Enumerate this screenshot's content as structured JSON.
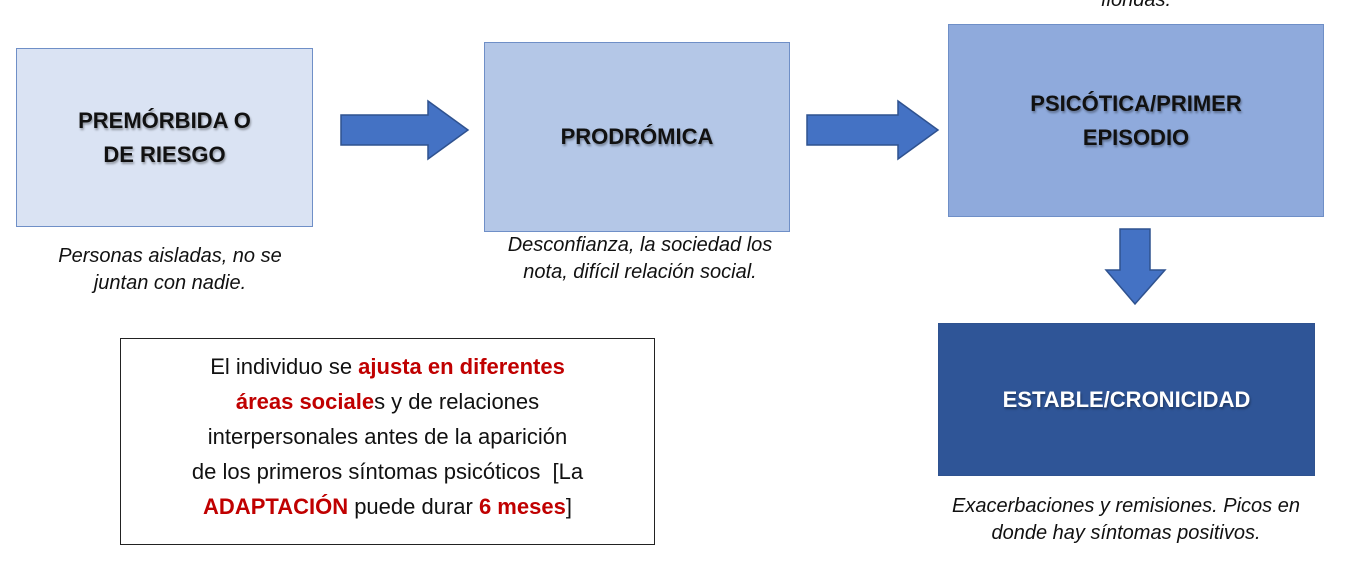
{
  "stages": [
    {
      "title_line1": "PREMÓRBIDA O",
      "title_line2": "DE RIESGO",
      "caption_line1": "Personas aisladas, no se",
      "caption_line2": "juntan con nadie.",
      "fill": "#dae3f3"
    },
    {
      "title_line1": "PRODRÓMICA",
      "caption_line1": "Desconfianza, la sociedad los",
      "caption_line2": "nota, difícil relación social.",
      "fill": "#b4c7e7"
    },
    {
      "title_line1": "PSICÓTICA/PRIMER",
      "title_line2": "EPISODIO",
      "caption_top": "floridas.",
      "fill": "#8faadc"
    },
    {
      "title_line1": "ESTABLE/CRONICIDAD",
      "caption_line1": "Exacerbaciones y remisiones. Picos en",
      "caption_line2": "donde hay síntomas positivos.",
      "fill": "#2f5597"
    }
  ],
  "arrow_color": "#4472c4",
  "note": {
    "l1a": "El individuo se ",
    "l1b": "ajusta en diferentes",
    "l2a": "áreas sociale",
    "l2b": "s y de relaciones",
    "l3": "interpersonales antes de la aparición",
    "l4": "de los primeros síntomas psicóticos  [La",
    "l5a": "ADAPTACIÓN",
    "l5b": " puede durar ",
    "l5c": "6 meses",
    "l5d": "]",
    "highlight_color": "#c00000"
  }
}
